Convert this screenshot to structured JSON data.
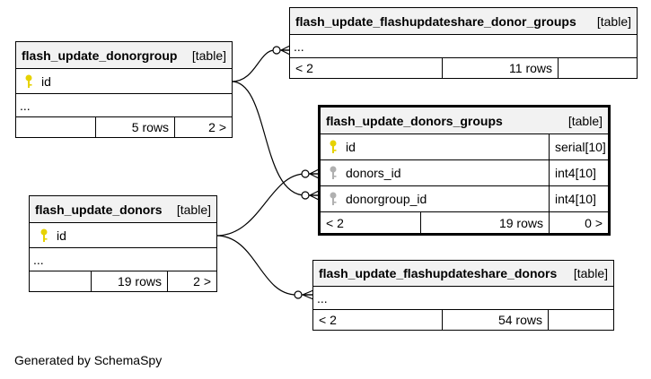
{
  "tables": {
    "donorgroup": {
      "name": "flash_update_donorgroup",
      "kind": "[table]",
      "columns": [
        {
          "name": "id",
          "key": "primary"
        }
      ],
      "more": "...",
      "prev": "",
      "rows": "5 rows",
      "next": "2 >"
    },
    "share_donor_groups": {
      "name": "flash_update_flashupdateshare_donor_groups",
      "kind": "[table]",
      "more": "...",
      "prev": "< 2",
      "rows": "11 rows",
      "next": ""
    },
    "donors_groups": {
      "name": "flash_update_donors_groups",
      "kind": "[table]",
      "columns": [
        {
          "name": "id",
          "type": "serial[10]",
          "key": "primary"
        },
        {
          "name": "donors_id",
          "type": "int4[10]",
          "key": "foreign"
        },
        {
          "name": "donorgroup_id",
          "type": "int4[10]",
          "key": "foreign"
        }
      ],
      "prev": "< 2",
      "rows": "19 rows",
      "next": "0 >"
    },
    "donors": {
      "name": "flash_update_donors",
      "kind": "[table]",
      "columns": [
        {
          "name": "id",
          "key": "primary"
        }
      ],
      "more": "...",
      "prev": "",
      "rows": "19 rows",
      "next": "2 >"
    },
    "share_donors": {
      "name": "flash_update_flashupdateshare_donors",
      "kind": "[table]",
      "more": "...",
      "prev": "< 2",
      "rows": "54 rows",
      "next": ""
    }
  },
  "colors": {
    "primary_key": "#e6d200",
    "foreign_key": "#b0b0b0",
    "header_bg": "#f2f2f2",
    "line": "#000000"
  },
  "credit": "Generated by SchemaSpy"
}
